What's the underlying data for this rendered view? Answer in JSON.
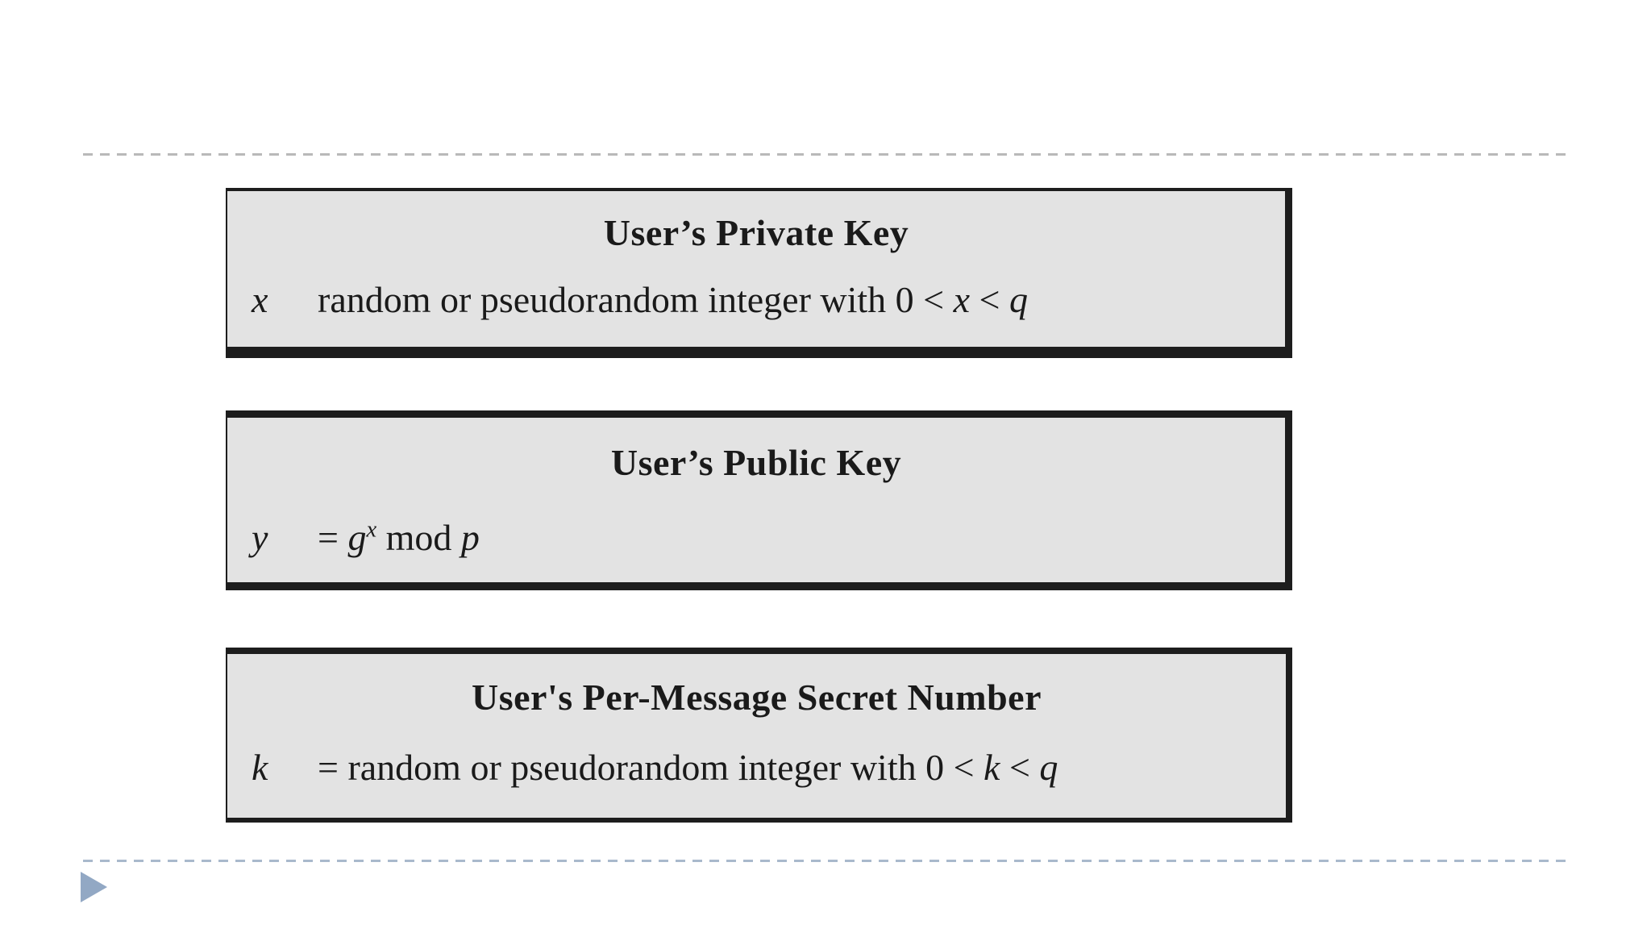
{
  "slide": {
    "background_color": "#ffffff",
    "top_divider_color": "#b9b9b9",
    "bottom_divider_color": "#a9b9cc",
    "divider_style": "dashed"
  },
  "boxes": [
    {
      "title": "User’s Private Key",
      "body": {
        "variable": "x",
        "segments": [
          {
            "text": "random or pseudorandom integer with 0 < ",
            "italic": false
          },
          {
            "text": "x",
            "italic": true
          },
          {
            "text": " < ",
            "italic": false
          },
          {
            "text": "q",
            "italic": true
          }
        ]
      },
      "fill_color": "#e3e3e3",
      "border_color": "#1d1d1d"
    },
    {
      "title": "User’s Public Key",
      "body": {
        "variable": "y",
        "segments": [
          {
            "text": "= ",
            "italic": false
          },
          {
            "text": "g",
            "italic": true
          },
          {
            "text": "x",
            "italic": true,
            "sup": true
          },
          {
            "text": " mod ",
            "italic": false
          },
          {
            "text": "p",
            "italic": true
          }
        ]
      },
      "fill_color": "#e3e3e3",
      "border_color": "#1d1d1d"
    },
    {
      "title": "User's Per-Message Secret Number",
      "body": {
        "variable": "k",
        "segments": [
          {
            "text": "= random or pseudorandom integer with 0 < ",
            "italic": false
          },
          {
            "text": "k",
            "italic": true
          },
          {
            "text": " < ",
            "italic": false
          },
          {
            "text": "q",
            "italic": true
          }
        ]
      },
      "fill_color": "#e3e3e3",
      "border_color": "#1d1d1d"
    }
  ],
  "footer": {
    "triangle_icon": "right-pointing-triangle",
    "triangle_color": "#92a8c4"
  }
}
